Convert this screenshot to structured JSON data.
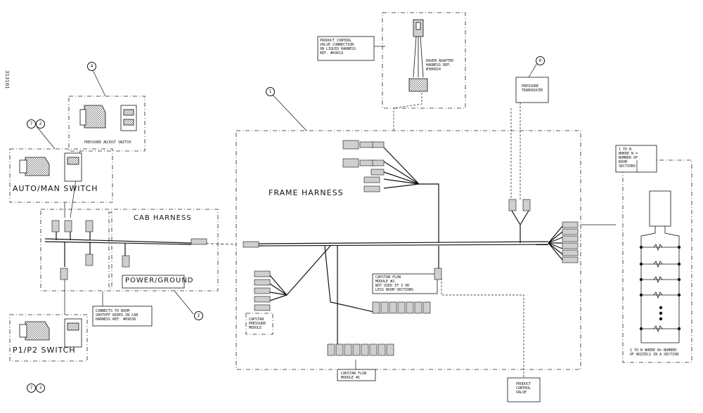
{
  "doc_id": "313161",
  "callouts": {
    "c1": "1",
    "c2": "2",
    "c4": "4",
    "c6": "6",
    "c7a": "7",
    "c7b": "2",
    "c8a": "7",
    "c8b": "3"
  },
  "labels": {
    "frame_harness": "FRAME HARNESS",
    "cab_harness": "CAB HARNESS",
    "power_ground": "POWER/GROUND",
    "auto_man_switch": "AUTO/MAN SWITCH",
    "p1p2_switch": "P1/P2 SWITCH",
    "pressure_adjust_switch": "PRESSURE ADJUST SWITCH",
    "product_control_valve_conn": "PRODUCT CONTROL\nVALVE CONNECTION\nON LIQUID HARNESS\nREF. #69619",
    "raven_adapter": "RAVEN ADAPTER\nHARNESS REF.\n#386824",
    "pressure_transducer": "PRESSURE\nTRANSDUCER",
    "boom_sections": "1 TO n\nWHERE n =\nNUMBER OF\nBOOM\nSECTIONS",
    "nozzles": "1 TO n WHERE N= NUMBER\nOF NOZZELS IN A SECTION",
    "capstan_flow_2": "CAPSTAN FLOW\nMODULE #2.\nNOT USED IF 3 OR\nLESS BOOM SECTIONS",
    "capstan_pressure": "CAPSTAN\nPRESSURE\nMODULE",
    "capstan_flow_1": "CAPSTAN FLOW\nMODULE #1",
    "product_control_valve": "PRODUCT\nCONTROL\nVALVE",
    "connects_boom_shutoff": "CONNECTS TO BOOM\nSHUTOFF WIRES IN CAB\nHARNESS REF. #69638"
  },
  "colors": {
    "line": "#111111",
    "background": "#ffffff",
    "connector_fill": "#cfcfcf"
  }
}
